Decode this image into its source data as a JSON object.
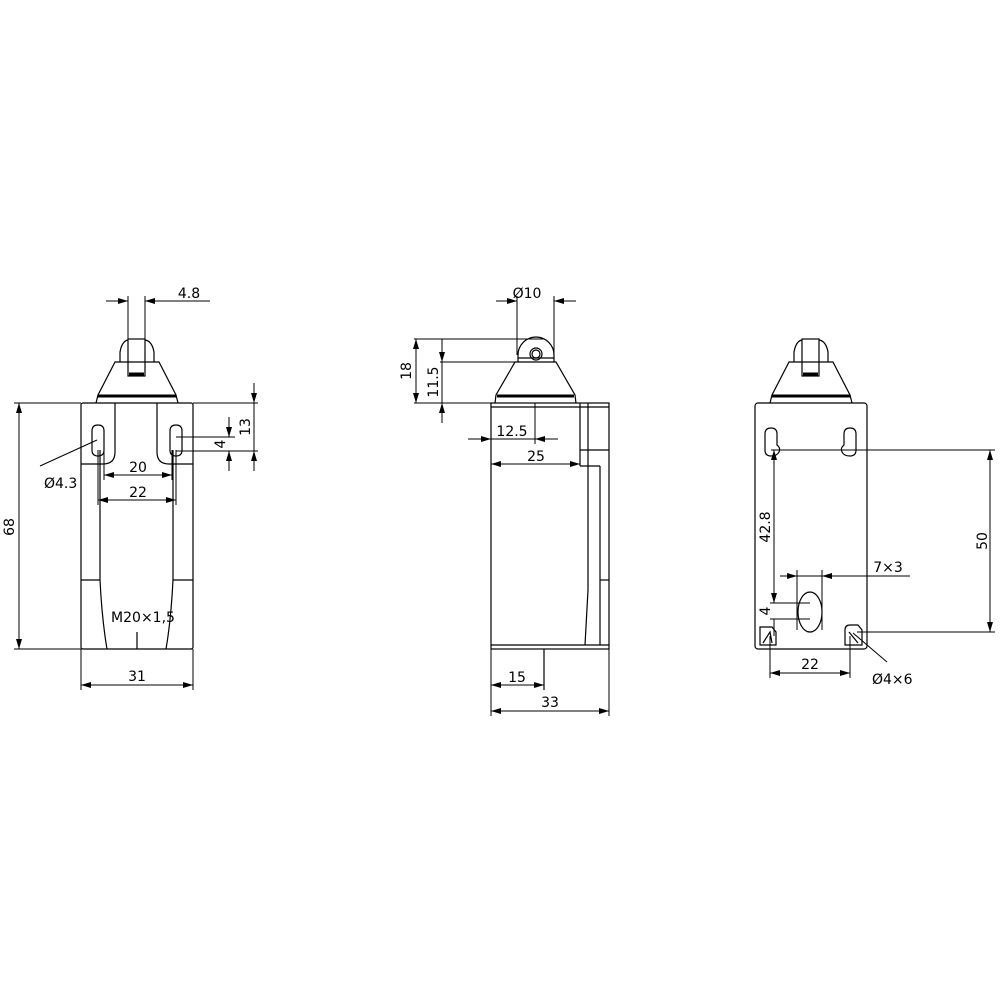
{
  "drawing": {
    "line_color": "#000000",
    "background": "#ffffff",
    "front_view": {
      "lever_width": "4.8",
      "height": "68",
      "width": "31",
      "hole_spacing_inner": "20",
      "hole_spacing_outer": "22",
      "hole_diameter": "Ø4.3",
      "slot_length": "4",
      "hole_offset": "13",
      "thread": "M20×1,5"
    },
    "side_view": {
      "roller_diameter": "Ø10",
      "actuator_height": "18",
      "roller_center_height": "11.5",
      "actuator_center": "12.5",
      "front_depth": "25",
      "conduit_offset": "15",
      "depth": "33"
    },
    "back_view": {
      "hole_vertical_spacing": "50",
      "slot_offset": "42.8",
      "slot_size": "7×3",
      "slot_height": "4",
      "bottom_hole_spacing": "22",
      "bottom_hole_size": "Ø4×6"
    }
  }
}
